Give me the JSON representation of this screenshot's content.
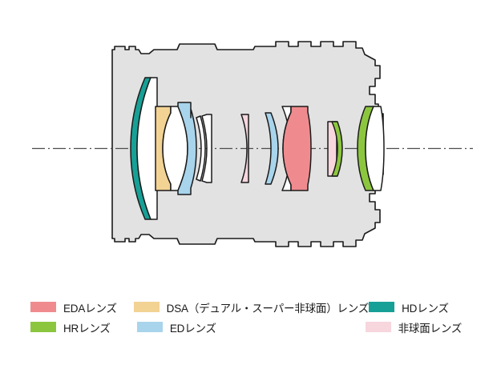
{
  "diagram": {
    "title": "camera-lens-cross-section",
    "barrel_color": "#e3e2e2",
    "outline_color": "#1a1a1a",
    "axis_color": "#4d4d4d",
    "background": "#ffffff"
  },
  "colors": {
    "eda_red": "#ef8b8f",
    "hr_green": "#8cc63f",
    "dsa_yellow": "#f2d394",
    "ed_blue": "#a8d4ec",
    "hd_teal": "#17a096",
    "aspherical_pink": "#f7d6de",
    "white_glass": "#ffffff"
  },
  "legend": {
    "rows": [
      [
        {
          "swatch": "eda_red",
          "label": "EDAレンズ"
        },
        {
          "swatch": "dsa_yellow",
          "label": "DSA（デュアル・スーパー非球面）レンズ"
        },
        {
          "swatch": "hd_teal",
          "label": "HDレンズ"
        }
      ],
      [
        {
          "swatch": "hr_green",
          "label": "HRレンズ"
        },
        {
          "swatch": "ed_blue",
          "label": "EDレンズ"
        },
        {
          "swatch": "aspherical_pink",
          "label": "非球面レンズ"
        }
      ]
    ]
  },
  "elements": [
    {
      "name": "front-hd-meniscus",
      "glass": "hd_teal"
    },
    {
      "name": "front-white-meniscus",
      "glass": "white_glass"
    },
    {
      "name": "dsa-aspherical",
      "glass": "dsa_yellow"
    },
    {
      "name": "biconvex-white",
      "glass": "white_glass"
    },
    {
      "name": "ed-element-front",
      "glass": "ed_blue"
    },
    {
      "name": "white-meniscus-a",
      "glass": "white_glass"
    },
    {
      "name": "white-meniscus-b",
      "glass": "white_glass"
    },
    {
      "name": "aspherical-pink-mid",
      "glass": "aspherical_pink"
    },
    {
      "name": "ed-element-mid",
      "glass": "ed_blue"
    },
    {
      "name": "white-meniscus-c",
      "glass": "white_glass"
    },
    {
      "name": "eda-element",
      "glass": "eda_red"
    },
    {
      "name": "aspherical-pink-rear",
      "glass": "aspherical_pink"
    },
    {
      "name": "hr-element-small",
      "glass": "hr_green"
    },
    {
      "name": "hr-element-rear",
      "glass": "hr_green"
    },
    {
      "name": "rear-white-element",
      "glass": "white_glass"
    }
  ]
}
